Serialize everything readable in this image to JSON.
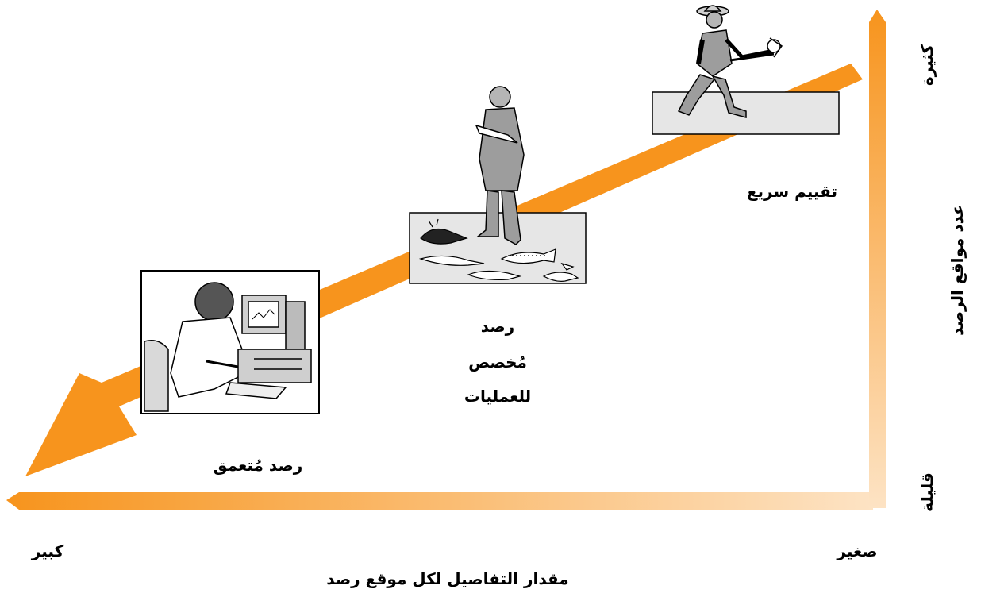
{
  "colors": {
    "arrow": "#f7941d",
    "axis_light": "#fde3c4",
    "panel_fill": "#e6e6e6",
    "panel_border": "#000000",
    "figure_fill": "#9d9d9d"
  },
  "labels": {
    "rapid": "تقييم سريع",
    "operational_line1": "رصد",
    "operational_line2": "مُخصص",
    "operational_line3": "للعمليات",
    "deep": "رصد مُتعمق"
  },
  "axes": {
    "x_title": "مقدار التفاصيل لكل موقع رصد",
    "x_small": "صغير",
    "x_large": "كبير",
    "y_title": "عدد مواقع الرصد",
    "y_many": "كثيرة",
    "y_few": "قليلة"
  },
  "icons": {
    "rapid": "field-worker-net-icon",
    "operational": "inspector-with-specimens-icon",
    "deep": "computer-analyst-icon"
  }
}
